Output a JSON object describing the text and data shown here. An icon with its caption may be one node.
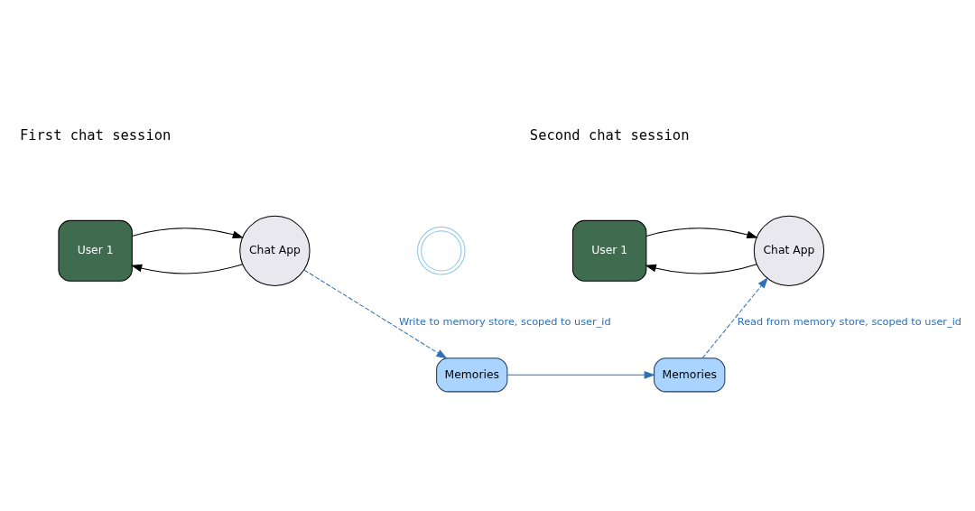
{
  "diagram": {
    "nodes": [
      {
        "text": [
          "User 1"
        ]
      },
      {
        "text": [
          "Chat App"
        ]
      },
      {
        "text": [
          "Memories"
        ]
      },
      {
        "text": [
          "User 1"
        ]
      },
      {
        "text": [
          "Chat App"
        ]
      },
      {
        "text": [
          "Memories"
        ]
      },
      {
        "text": [],
        "shape": "picture"
      }
    ],
    "edges": [
      {
        "from": 1,
        "to": 0,
        "arrow": "to"
      },
      {
        "from": 0,
        "to": 1,
        "arrow": "to"
      },
      {
        "from": 1,
        "to": 2,
        "arrow": "to",
        "style": "dashed",
        "color": "#2f6fb5",
        "label": "Write to memory store, scoped to user_id"
      },
      {
        "from": 2,
        "to": 5,
        "arrow": "to",
        "color": "#2f6fb5"
      },
      {
        "from": 4,
        "to": 3,
        "arrow": "to"
      },
      {
        "from": 3,
        "to": 4,
        "arrow": "to"
      },
      {
        "from": 5,
        "to": 4,
        "arrow": "to",
        "style": "dashed",
        "color": "#2f6fb5",
        "label": "Read from memory store, scoped to user_id"
      }
    ],
    "labels": [
      "First chat session",
      "Second chat session"
    ]
  }
}
